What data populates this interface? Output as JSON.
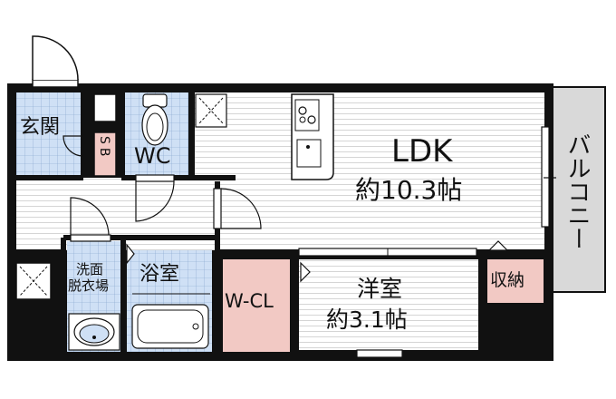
{
  "rooms": {
    "ldk": {
      "name": "LDK",
      "size": "約10.3帖"
    },
    "western": {
      "name": "洋室",
      "size": "約3.1帖"
    },
    "entrance": "玄関",
    "shoebox": "SB",
    "wc": "WC",
    "washroom_line1": "洗面",
    "washroom_line2": "脱衣場",
    "bathroom": "浴室",
    "walk_in_closet": "W-CL",
    "storage": "収納",
    "balcony": "バルコニー"
  },
  "colors": {
    "wall": "#111111",
    "wet_area": "#cfe0f5",
    "storage_area": "#f2c9c4",
    "balcony": "#d9d9d9",
    "floor_lines": "#bbbbbb",
    "room_fill": "#ffffff"
  }
}
